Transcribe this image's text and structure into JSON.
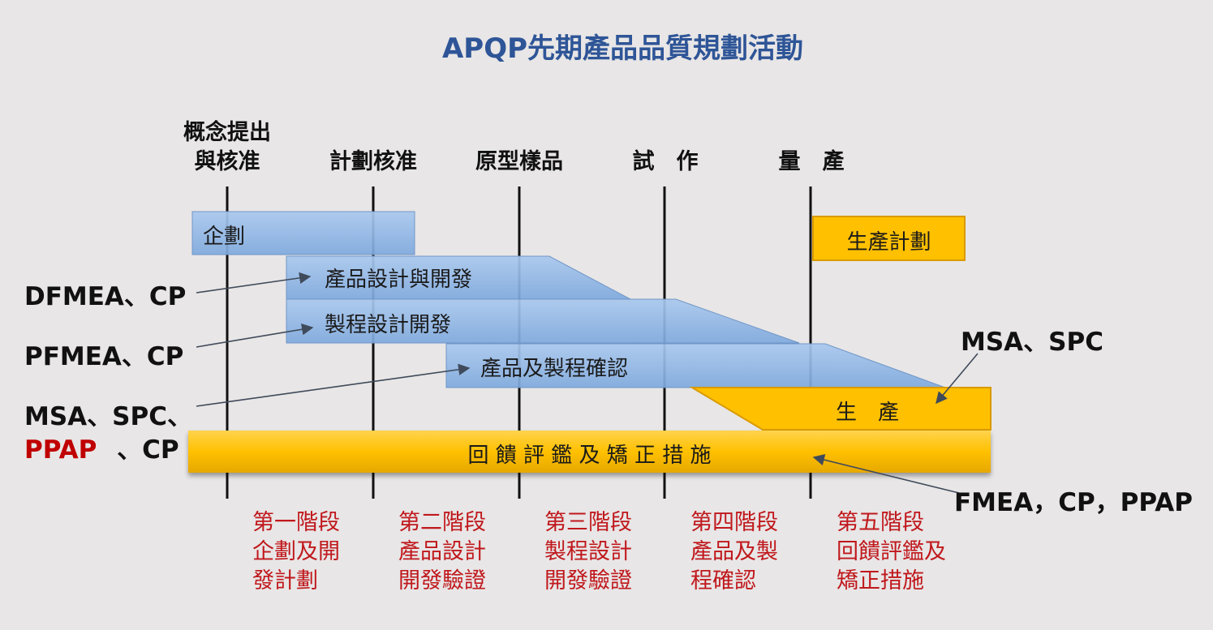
{
  "title": "APQP先期產品品質規劃活動",
  "milestones": [
    {
      "line1": "概念提出",
      "line2": "與核准"
    },
    {
      "line1": "計劃核准"
    },
    {
      "line1": "原型樣品"
    },
    {
      "line1": "試　作"
    },
    {
      "line1": "量　產"
    }
  ],
  "bars": {
    "planning": "企劃",
    "product_design": "產品設計與開發",
    "process_design": "製程設計開發",
    "validation": "產品及製程確認",
    "production_plan": "生產計劃",
    "production": "生　產",
    "feedback": "回 饋 評 鑑 及 矯 正 措 施"
  },
  "annotations": {
    "dfmea": "DFMEA、CP",
    "pfmea": "PFMEA、CP",
    "msa_spc_1": "MSA、SPC、",
    "ppap": "PPAP",
    "cp_tail": "、CP",
    "msa_spc_right": "MSA、SPC",
    "fmea": "FMEA，CP，PPAP"
  },
  "phases": [
    {
      "l1": "第一階段",
      "l2": "企劃及開",
      "l3": "發計劃"
    },
    {
      "l1": "第二階段",
      "l2": "產品設計",
      "l3": "開發驗證"
    },
    {
      "l1": "第三階段",
      "l2": "製程設計",
      "l3": "開發驗證"
    },
    {
      "l1": "第四階段",
      "l2": "產品及製",
      "l3": "程確認"
    },
    {
      "l1": "第五階段",
      "l2": "回饋評鑑及",
      "l3": "矯正措施"
    }
  ],
  "colors": {
    "title": "#2e5597",
    "blue_bar": "#8db4e2",
    "gold_bar": "#ffc000",
    "phase_text": "#c0181c",
    "ppap": "#c00000"
  }
}
